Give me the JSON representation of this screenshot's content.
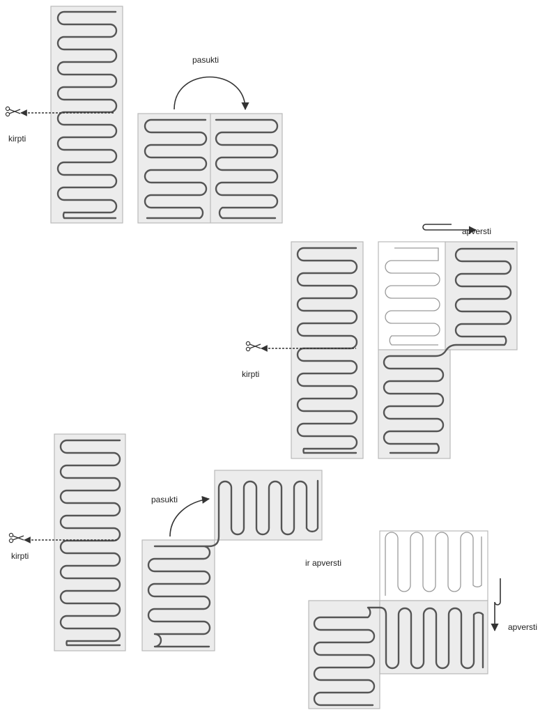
{
  "labels": {
    "cut": "kirpti",
    "rotate": "pasukti",
    "flip": "apversti",
    "and_flip": "ir apversti"
  },
  "icons": {
    "scissors": "scissors-icon",
    "rotate_arrow": "curved-arrow-icon",
    "flip_arrow": "flip-arrow-icon"
  },
  "colors": {
    "mat_fill": "#ececec",
    "mat_border": "#b9b9b9",
    "heating_cable": "#555555",
    "ghost_cable": "#9a9a9a"
  }
}
